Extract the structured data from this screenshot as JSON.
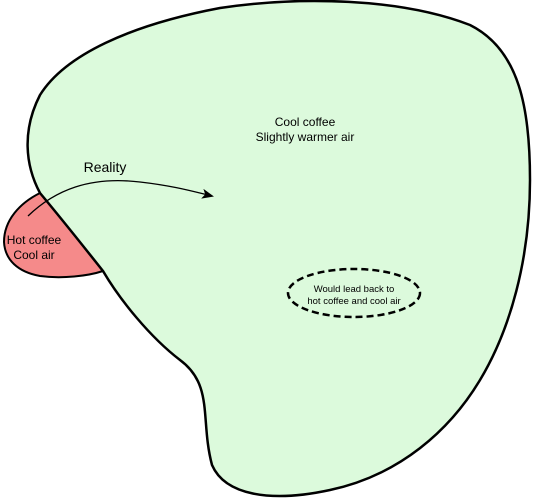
{
  "colors": {
    "large_region_fill": "#dcfadc",
    "small_region_fill": "#f58a8a",
    "outline": "#000000",
    "background": "#ffffff"
  },
  "large_region": {
    "line1": "Cool coffee",
    "line2": "Slightly warmer air"
  },
  "small_region": {
    "line1": "Hot coffee",
    "line2": "Cool air"
  },
  "arrow_label": "Reality",
  "inner_ellipse": {
    "line1": "Would lead back to",
    "line2": "hot coffee and cool air"
  }
}
